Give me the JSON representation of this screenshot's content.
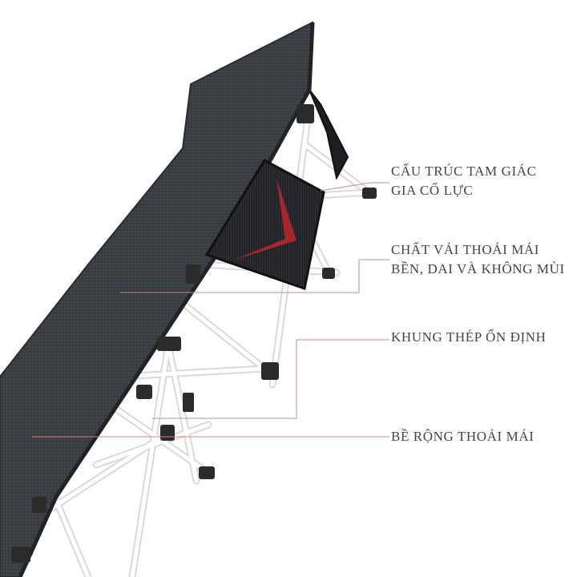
{
  "callouts": [
    {
      "lines": [
        "CẤU TRÚC TAM GIÁC",
        "GIA CỐ LỰC"
      ]
    },
    {
      "lines": [
        "CHẤT VẢI THOẢI MÁI",
        "BỀN, DAI VÀ KHÔNG MÙI"
      ]
    },
    {
      "lines": [
        "KHUNG THÉP ỔN ĐỊNH"
      ]
    },
    {
      "lines": [
        "BỀ RỘNG THOẢI MÁI"
      ]
    }
  ],
  "colors": {
    "fabric": "#3a3d42",
    "frame": "#f2f2f2",
    "joints": "#2b2b2b",
    "pouch_accent": "#b3272c",
    "leader_line": "#c98a8a",
    "text": "#444444"
  }
}
